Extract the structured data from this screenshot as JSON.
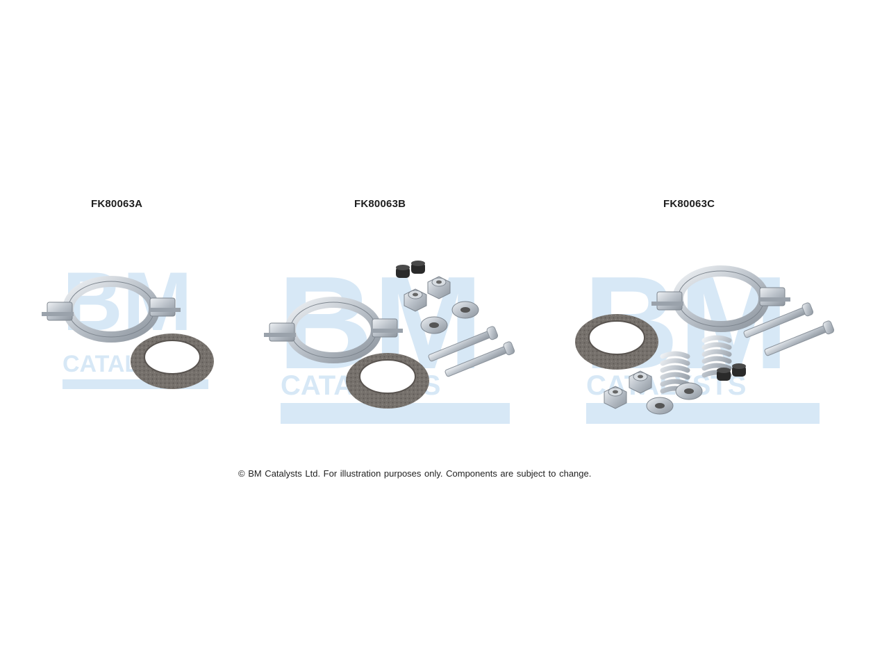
{
  "kits": [
    {
      "label": "FK80063A",
      "watermark": {
        "top": "BM",
        "bottom": "CATALYSTS"
      }
    },
    {
      "label": "FK80063B",
      "watermark": {
        "top": "BM",
        "bottom": "CATALYSTS"
      }
    },
    {
      "label": "FK80063C",
      "watermark": {
        "top": "BM",
        "bottom": "CATALYSTS"
      }
    }
  ],
  "footer": {
    "copyright": "© BM Catalysts Ltd. For illustration purposes only.  Components are subject to change."
  },
  "colors": {
    "watermark": "#d7e8f6",
    "metal": "#c9ced4",
    "gasket": "#6f6a66",
    "rubber": "#2a2a2a"
  },
  "icons": [
    "exhaust-clamp-icon",
    "gasket-ring-icon",
    "bolt-icon",
    "spring-icon",
    "nut-icon",
    "washer-icon",
    "rubber-bush-icon"
  ]
}
